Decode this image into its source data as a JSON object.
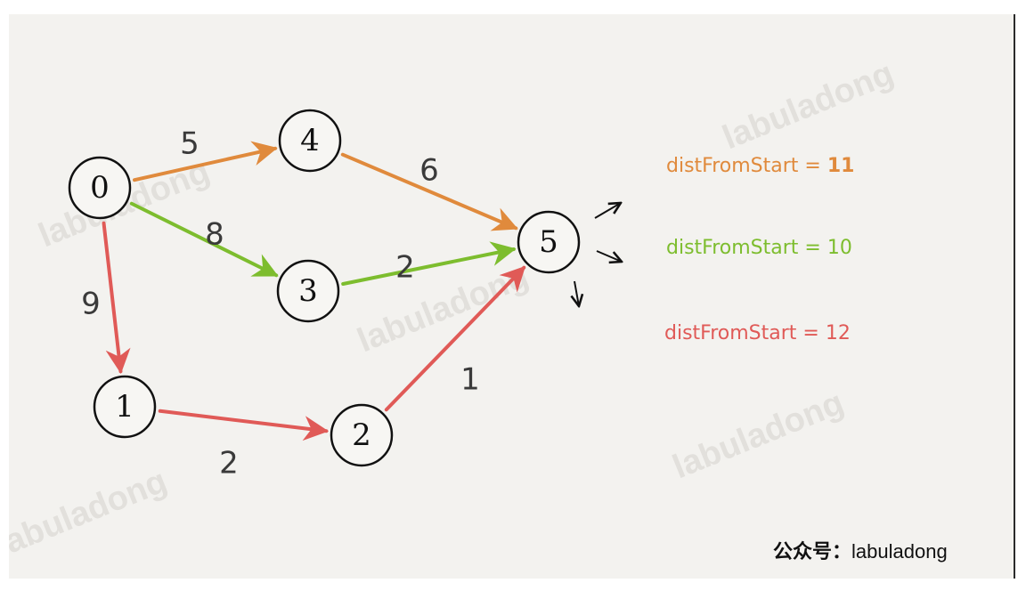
{
  "colors": {
    "orange": "#e08a3c",
    "green": "#7dbd2e",
    "red": "#e05a57",
    "stroke": "#111111"
  },
  "nodes": [
    {
      "id": "0",
      "label": "0"
    },
    {
      "id": "4",
      "label": "4"
    },
    {
      "id": "3",
      "label": "3"
    },
    {
      "id": "1",
      "label": "1"
    },
    {
      "id": "2",
      "label": "2"
    },
    {
      "id": "5",
      "label": "5"
    }
  ],
  "edges": [
    {
      "from": "0",
      "to": "4",
      "weight": "5",
      "color": "orange"
    },
    {
      "from": "4",
      "to": "5",
      "weight": "6",
      "color": "orange"
    },
    {
      "from": "0",
      "to": "3",
      "weight": "8",
      "color": "green"
    },
    {
      "from": "3",
      "to": "5",
      "weight": "2",
      "color": "green"
    },
    {
      "from": "0",
      "to": "1",
      "weight": "9",
      "color": "red"
    },
    {
      "from": "1",
      "to": "2",
      "weight": "2",
      "color": "red"
    },
    {
      "from": "2",
      "to": "5",
      "weight": "1",
      "color": "red"
    }
  ],
  "distances": [
    {
      "label": "distFromStart = ",
      "value": "11",
      "color": "orange"
    },
    {
      "label": "distFromStart = ",
      "value": "10",
      "color": "green"
    },
    {
      "label": "distFromStart = ",
      "value": "12",
      "color": "red"
    }
  ],
  "watermark": "labuladong",
  "footer": {
    "prefix": "公众号：",
    "name": "labuladong"
  }
}
